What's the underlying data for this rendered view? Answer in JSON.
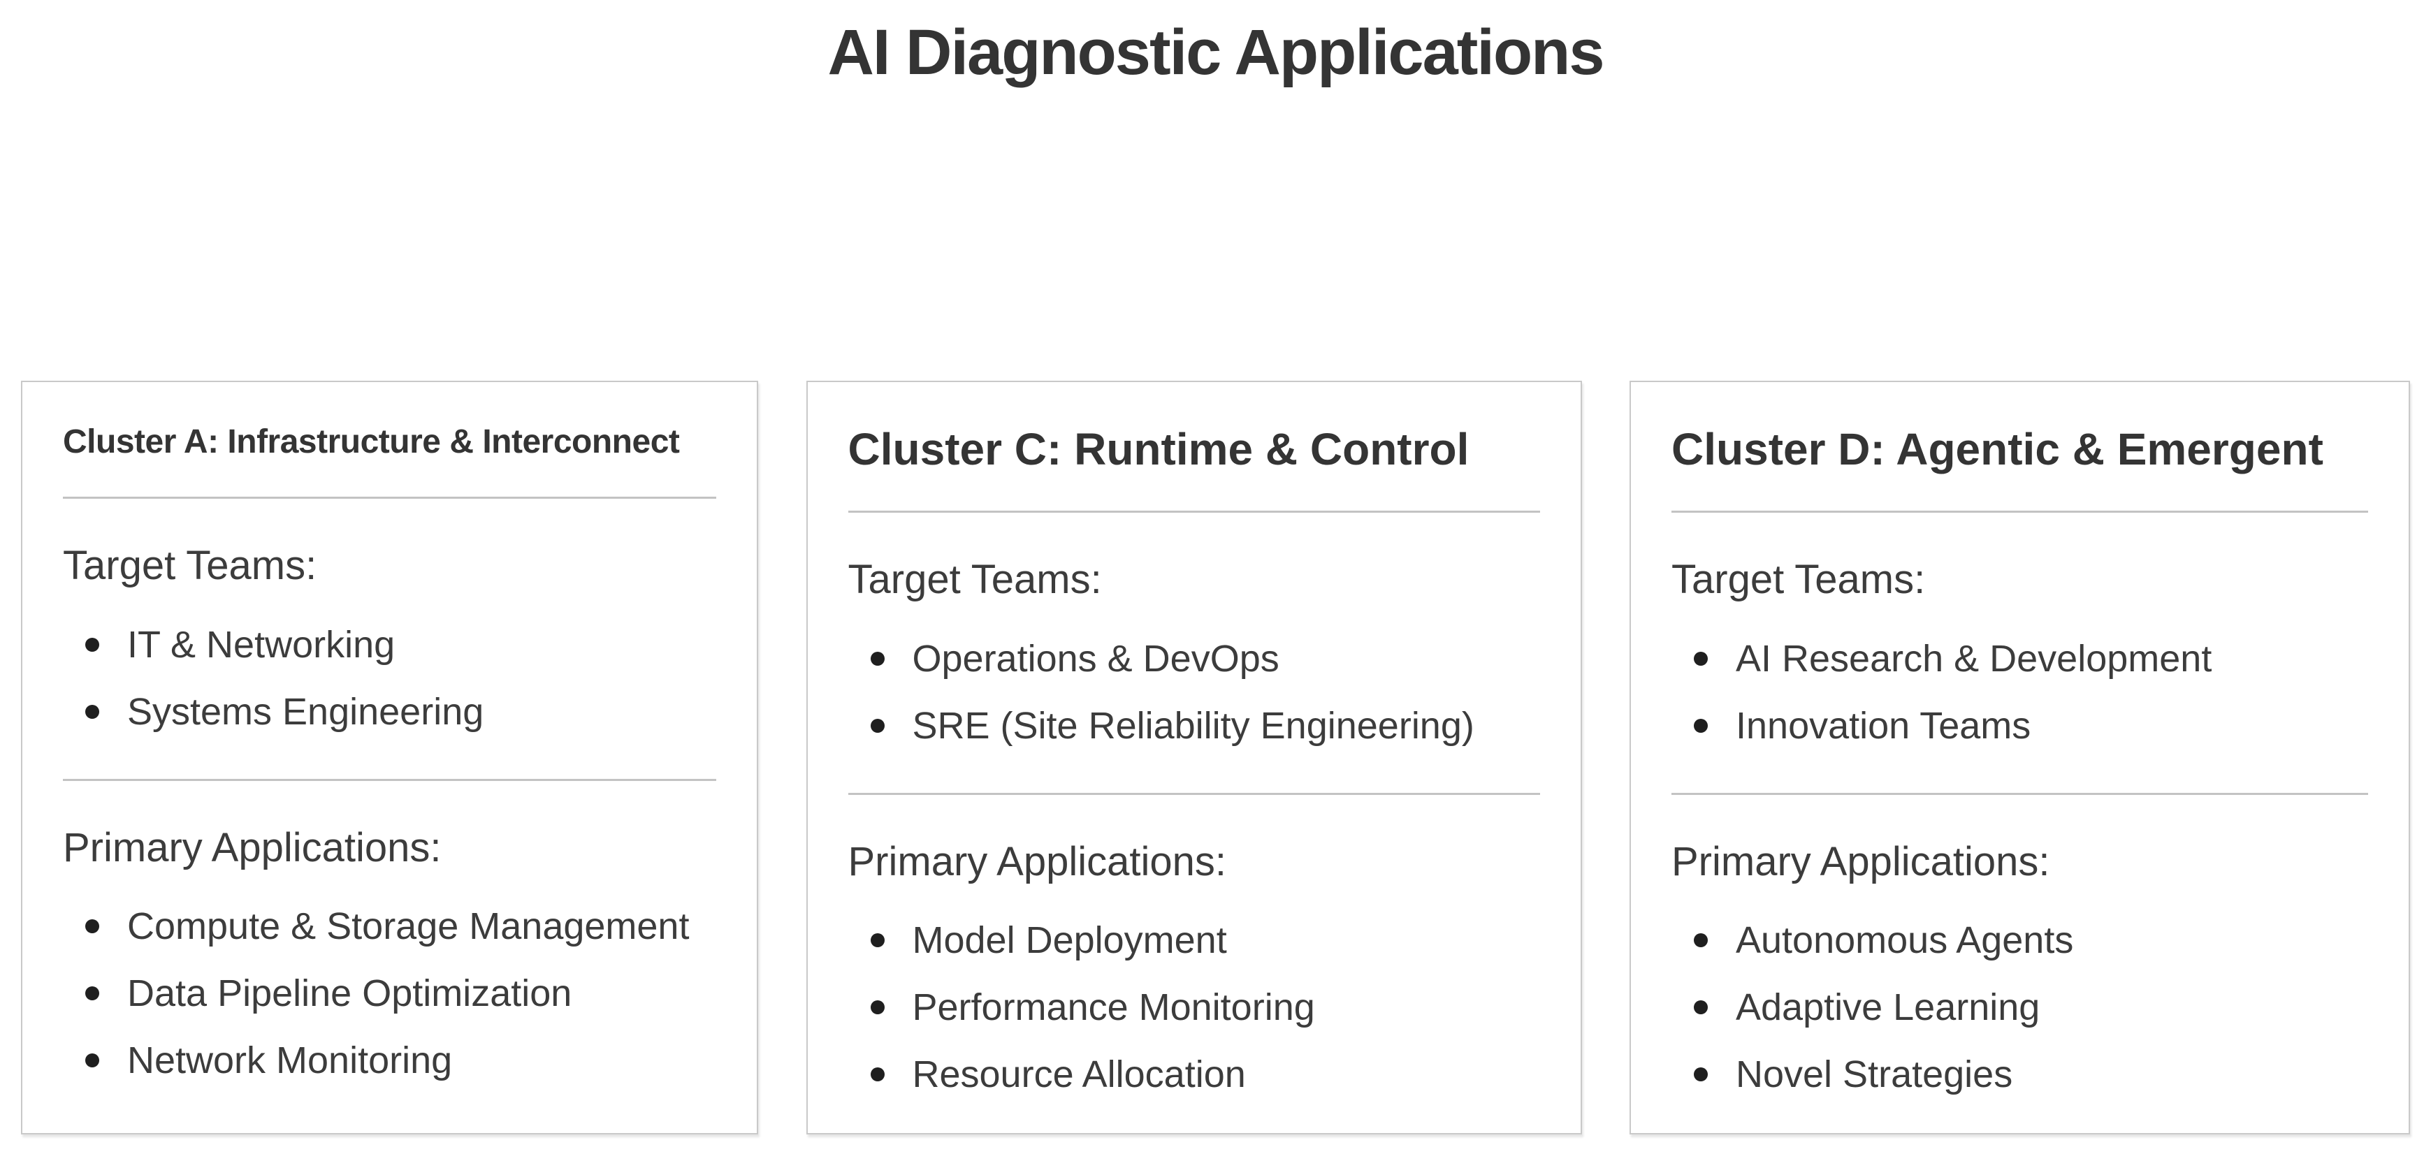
{
  "page": {
    "title": "AI Diagnostic Applications"
  },
  "labels": {
    "target_teams": "Target Teams:",
    "primary_applications": "Primary Applications:"
  },
  "cards": [
    {
      "title": "Cluster A: Infrastructure & Interconnect",
      "target_teams": [
        "IT & Networking",
        "Systems Engineering"
      ],
      "primary_applications": [
        "Compute & Storage Management",
        "Data Pipeline Optimization",
        "Network Monitoring"
      ]
    },
    {
      "title": "Cluster C: Runtime & Control",
      "target_teams": [
        "Operations & DevOps",
        "SRE (Site Reliability Engineering)"
      ],
      "primary_applications": [
        "Model Deployment",
        "Performance Monitoring",
        "Resource Allocation"
      ]
    },
    {
      "title": "Cluster D: Agentic & Emergent",
      "target_teams": [
        "AI Research & Development",
        "Innovation Teams"
      ],
      "primary_applications": [
        "Autonomous Agents",
        "Adaptive Learning",
        "Novel Strategies"
      ]
    }
  ],
  "colors": {
    "background": "#ffffff",
    "text": "#3c3c3c",
    "heading_text": "#343434",
    "card_border": "#c9c9c9",
    "divider": "#c3c3c3",
    "bullet": "#1f1f1f"
  }
}
